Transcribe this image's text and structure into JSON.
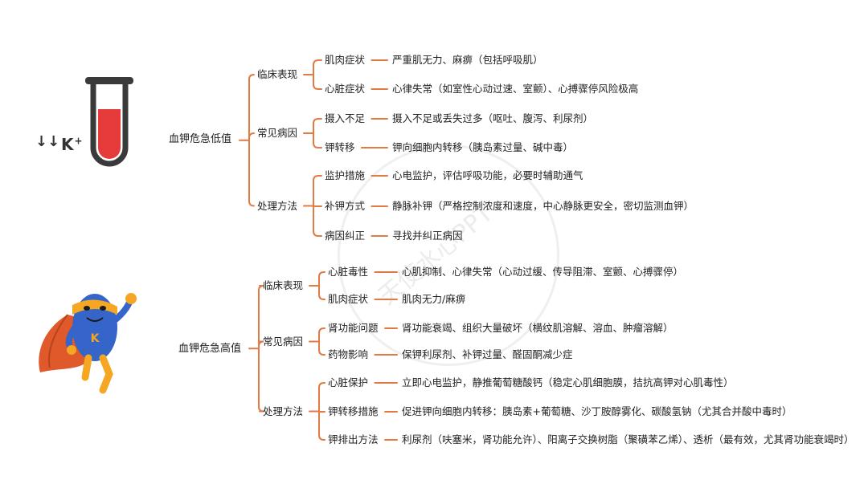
{
  "colors": {
    "line": "#E37A44",
    "tube_liquid": "#E63B3B",
    "tube_outline": "#333333",
    "cape": "#E0592A",
    "hero_body": "#3565C8",
    "hero_limbs": "#F5A623"
  },
  "watermark": "天使水心PPT",
  "low": {
    "ion": "K",
    "ion_sup": "+",
    "root": "血钾危急低值",
    "branches": [
      {
        "label": "临床表现",
        "children": [
          {
            "label": "肌肉症状",
            "detail": "严重肌无力、麻痹（包括呼吸肌）"
          },
          {
            "label": "心脏症状",
            "detail": "心律失常（如室性心动过速、室颤）、心搏骤停风险极高"
          }
        ]
      },
      {
        "label": "常见病因",
        "children": [
          {
            "label": "摄入不足",
            "detail": "摄入不足或丢失过多（呕吐、腹泻、利尿剂）"
          },
          {
            "label": "钾转移",
            "detail": "钾向细胞内转移（胰岛素过量、碱中毒）"
          }
        ]
      },
      {
        "label": "处理方法",
        "children": [
          {
            "label": "监护措施",
            "detail": "心电监护，评估呼吸功能，必要时辅助通气"
          },
          {
            "label": "补钾方式",
            "detail": "静脉补钾（严格控制浓度和速度，中心静脉更安全，密切监测血钾）"
          },
          {
            "label": "病因纠正",
            "detail": "寻找并纠正病因"
          }
        ]
      }
    ]
  },
  "high": {
    "mascot_letter": "K",
    "root": "血钾危急高值",
    "branches": [
      {
        "label": "临床表现",
        "children": [
          {
            "label": "心脏毒性",
            "detail": "心肌抑制、心律失常（心动过缓、传导阻滞、室颤、心搏骤停）"
          },
          {
            "label": "肌肉症状",
            "detail": "肌肉无力/麻痹"
          }
        ]
      },
      {
        "label": "常见病因",
        "children": [
          {
            "label": "肾功能问题",
            "detail": "肾功能衰竭、组织大量破坏（横纹肌溶解、溶血、肿瘤溶解）"
          },
          {
            "label": "药物影响",
            "detail": "保钾利尿剂、补钾过量、醛固酮减少症"
          }
        ]
      },
      {
        "label": "处理方法",
        "children": [
          {
            "label": "心脏保护",
            "detail": "立即心电监护，静推葡萄糖酸钙（稳定心肌细胞膜，拮抗高钾对心肌毒性）"
          },
          {
            "label": "钾转移措施",
            "detail": "促进钾向细胞内转移：胰岛素+葡萄糖、沙丁胺醇雾化、碳酸氢钠（尤其合并酸中毒时）"
          },
          {
            "label": "钾排出方法",
            "detail": "利尿剂（呋塞米，肾功能允许）、阳离子交换树脂（聚磺苯乙烯）、透析（最有效，尤其肾功能衰竭时）"
          }
        ]
      }
    ]
  }
}
